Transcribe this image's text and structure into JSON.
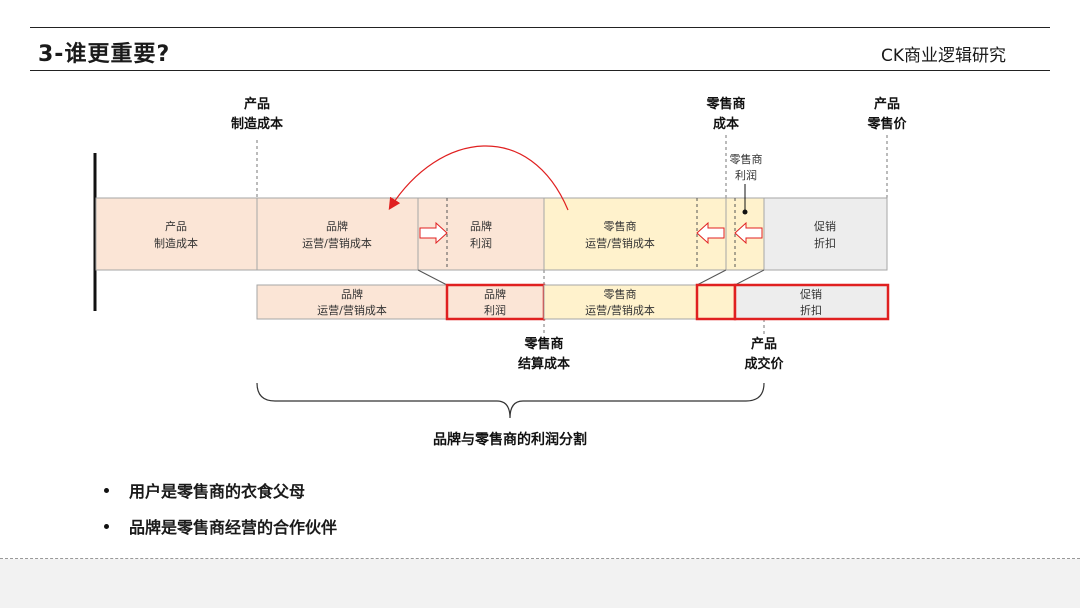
{
  "header": {
    "title": "3-谁更重要?",
    "brand": "CK商业逻辑研究"
  },
  "top_labels": {
    "manufacturing": [
      "产品",
      "制造成本"
    ],
    "retailer_cost": [
      "零售商",
      "成本"
    ],
    "retail_price": [
      "产品",
      "零售价"
    ],
    "retailer_profit": [
      "零售商",
      "利润"
    ]
  },
  "row1": {
    "manufacturing_cost": [
      "产品",
      "制造成本"
    ],
    "brand_ops": [
      "品牌",
      "运营/营销成本"
    ],
    "brand_profit": [
      "品牌",
      "利润"
    ],
    "retailer_ops": [
      "零售商",
      "运营/营销成本"
    ],
    "promo": [
      "促销",
      "折扣"
    ]
  },
  "row2": {
    "brand_ops": [
      "品牌",
      "运营/营销成本"
    ],
    "brand_profit": [
      "品牌",
      "利润"
    ],
    "retailer_ops": [
      "零售商",
      "运营/营销成本"
    ],
    "promo": [
      "促销",
      "折扣"
    ]
  },
  "bottom_labels": {
    "settlement": [
      "零售商",
      "结算成本"
    ],
    "transaction": [
      "产品",
      "成交价"
    ],
    "brace": "品牌与零售商的利润分割"
  },
  "colors": {
    "pink": "#fbe5d6",
    "yellow": "#fff2cc",
    "grey": "#ededed",
    "red": "#e02020",
    "border": "#a6a6a6"
  },
  "bullets": [
    "用户是零售商的衣食父母",
    "品牌是零售商经营的合作伙伴"
  ]
}
